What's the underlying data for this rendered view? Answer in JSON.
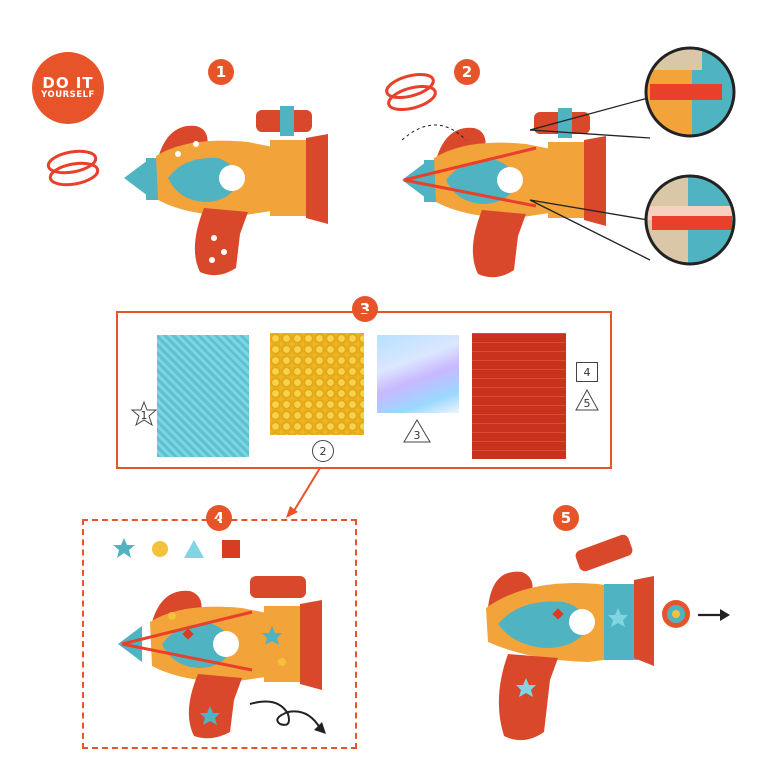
{
  "logo": {
    "line1": "DO IT",
    "line2": "YOURSELF"
  },
  "steps": [
    "1",
    "2",
    "3",
    "4",
    "5"
  ],
  "sticker_labels": [
    "1",
    "2",
    "3",
    "4",
    "5"
  ],
  "colors": {
    "accent": "#e8542a",
    "teal": "#4fb3c2",
    "orange": "#f2a33a",
    "red": "#d63d23",
    "gold": "#f3c13a"
  }
}
